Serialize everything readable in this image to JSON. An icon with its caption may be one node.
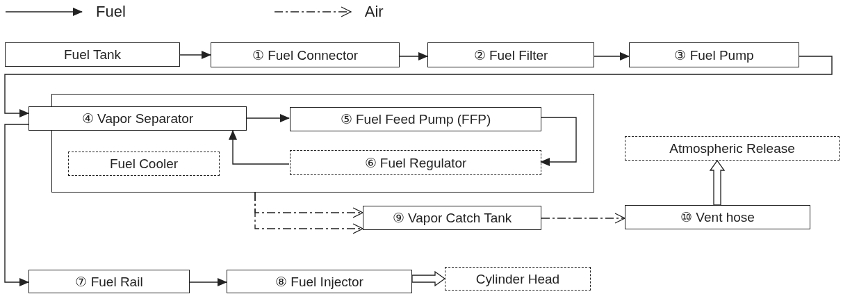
{
  "diagram": {
    "nodes": [
      {
        "text": [
          "Fuel Tank"
        ]
      },
      {
        "text": [
          "① Fuel Connector"
        ]
      },
      {
        "text": [
          "② Fuel Filter"
        ]
      },
      {
        "text": [
          "③ Fuel Pump"
        ]
      },
      {
        "text": [],
        "shape": "box"
      },
      {
        "text": [
          "④ Vapor Separator"
        ]
      },
      {
        "text": [
          "⑤ Fuel Feed Pump (FFP)"
        ],
        "in": 4
      },
      {
        "text": [
          "Atmospheric Release"
        ]
      },
      {
        "text": [
          "Fuel Cooler"
        ],
        "in": 4
      },
      {
        "text": [
          "⑥ Fuel Regulator"
        ],
        "in": 4
      },
      {
        "text": [
          "⑨ Vapor Catch Tank"
        ]
      },
      {
        "text": [
          "⑩ Vent hose"
        ]
      },
      {
        "text": [
          "⑦ Fuel Rail"
        ]
      },
      {
        "text": [
          "⑧ Fuel Injector"
        ]
      },
      {
        "text": [
          "Cylinder Head"
        ]
      }
    ],
    "edges": [
      {
        "from": 0,
        "to": 1,
        "arrow": "to"
      },
      {
        "from": 1,
        "to": 2,
        "arrow": "to"
      },
      {
        "from": 2,
        "to": 3,
        "arrow": "to"
      },
      {
        "from": 3,
        "to": 5,
        "arrow": "to"
      },
      {
        "from": 5,
        "to": 6,
        "arrow": "to"
      },
      {
        "from": 6,
        "to": 9,
        "arrow": "to"
      },
      {
        "from": 9,
        "to": 5,
        "arrow": "to"
      },
      {
        "from": 5,
        "to": 12,
        "arrow": "to"
      },
      {
        "from": 12,
        "to": 13,
        "arrow": "to"
      },
      {
        "from": 13,
        "to": 14,
        "arrow": "to",
        "style": "thick"
      },
      {
        "from": 11,
        "to": 7,
        "arrow": "to",
        "style": "thick"
      },
      {
        "from": 4,
        "to": 10,
        "arrow": "to",
        "style": "dashed"
      },
      {
        "from": 4,
        "to": 10,
        "arrow": "to",
        "style": "dashed"
      },
      {
        "from": 10,
        "to": 11,
        "arrow": "to",
        "style": "dashed"
      }
    ],
    "legend": [
      {
        "text": "Fuel"
      },
      {
        "text": "Air"
      }
    ]
  }
}
